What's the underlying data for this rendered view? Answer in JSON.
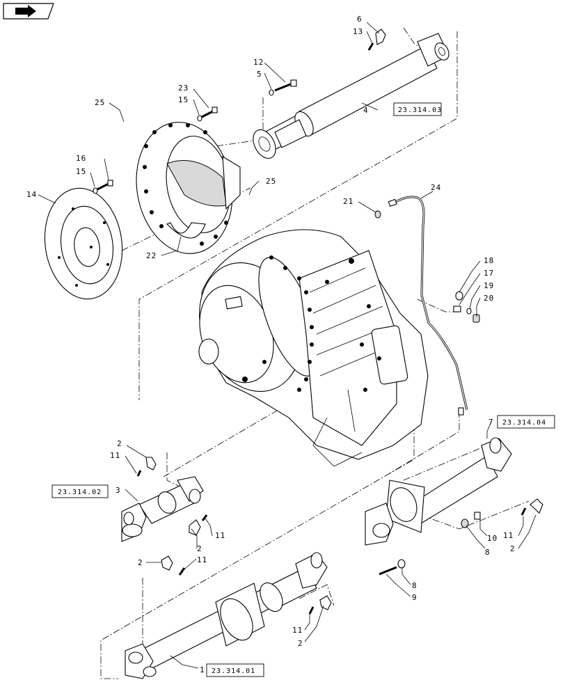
{
  "nav_icon": "back-arrow-icon",
  "references": {
    "ref_4": "23.314.03",
    "ref_3": "23.314.02",
    "ref_7": "23.314.04",
    "ref_1": "23.314.01"
  },
  "callouts": {
    "c6": "6",
    "c13": "13",
    "c12": "12",
    "c5": "5",
    "c23": "23",
    "c15a": "15",
    "c25a": "25",
    "c4": "4",
    "c16": "16",
    "c15b": "15",
    "c14": "14",
    "c25b": "25",
    "c22": "22",
    "c21": "21",
    "c24": "24",
    "c18": "18",
    "c17": "17",
    "c19": "19",
    "c20": "20",
    "c2a": "2",
    "c11a": "11",
    "c3": "3",
    "c11b": "11",
    "c2b": "2",
    "c2c": "2",
    "c11c": "11",
    "c7": "7",
    "c10": "10",
    "c8a": "8",
    "c11d": "11",
    "c2d": "2",
    "c8b": "8",
    "c9": "9",
    "c11e": "11",
    "c2e": "2",
    "c1": "1"
  }
}
